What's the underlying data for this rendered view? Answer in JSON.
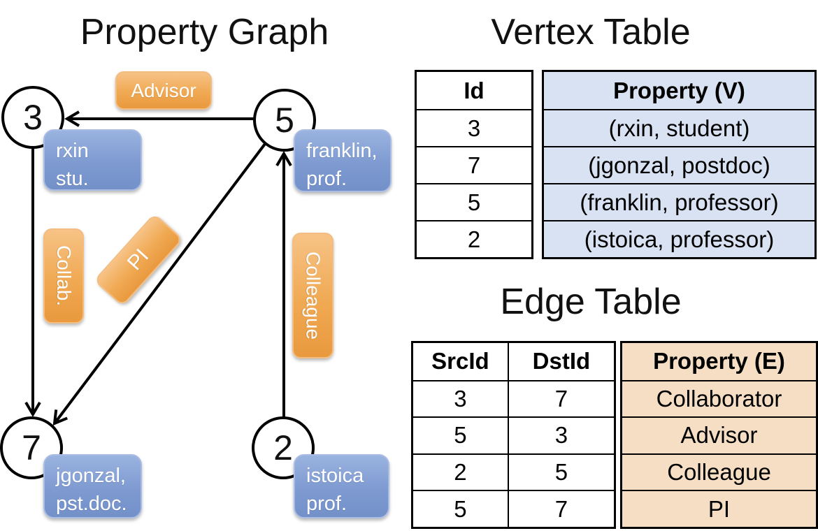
{
  "titles": {
    "graph": "Property Graph",
    "vertex_table": "Vertex Table",
    "edge_table": "Edge Table"
  },
  "graph": {
    "vertices": [
      {
        "id": "3",
        "line1": "rxin",
        "line2": "stu."
      },
      {
        "id": "5",
        "line1": "franklin,",
        "line2": "prof."
      },
      {
        "id": "7",
        "line1": "jgonzal,",
        "line2": "pst.doc."
      },
      {
        "id": "2",
        "line1": "istoica",
        "line2": "prof."
      }
    ],
    "edge_labels": {
      "advisor": "Advisor",
      "collab": "Collab.",
      "pi": "PI",
      "colleague": "Colleague"
    }
  },
  "vertex_table": {
    "headers": {
      "id": "Id",
      "property": "Property (V)"
    },
    "rows": [
      {
        "id": "3",
        "property": "(rxin, student)"
      },
      {
        "id": "7",
        "property": "(jgonzal, postdoc)"
      },
      {
        "id": "5",
        "property": "(franklin, professor)"
      },
      {
        "id": "2",
        "property": "(istoica, professor)"
      }
    ]
  },
  "edge_table": {
    "headers": {
      "src": "SrcId",
      "dst": "DstId",
      "property": "Property (E)"
    },
    "rows": [
      {
        "src": "3",
        "dst": "7",
        "property": "Collaborator"
      },
      {
        "src": "5",
        "dst": "3",
        "property": "Advisor"
      },
      {
        "src": "2",
        "dst": "5",
        "property": "Colleague"
      },
      {
        "src": "5",
        "dst": "7",
        "property": "PI"
      }
    ]
  },
  "colors": {
    "edge_pill_orange": "#EFA44F",
    "vertex_box_blue": "#7E9AD1",
    "vertex_property_bg": "#D9E2F2",
    "edge_property_bg": "#F5DEC3",
    "line_black": "#000000"
  }
}
